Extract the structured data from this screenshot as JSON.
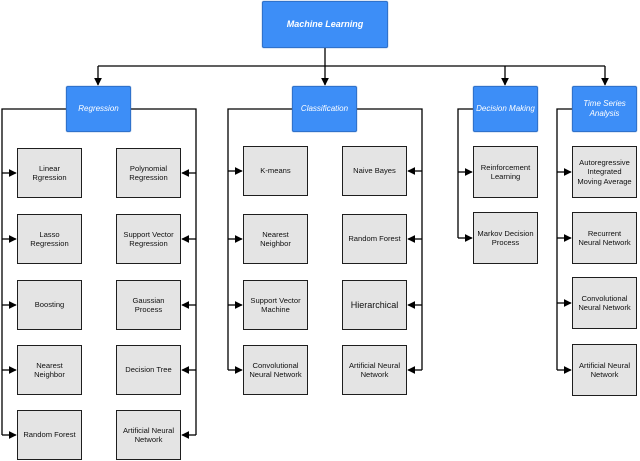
{
  "root": "Machine Learning",
  "categories": [
    {
      "label": "Regression",
      "left": [
        "Linear Rgression",
        "Lasso Regression",
        "Boosting",
        "Nearest Neighbor",
        "Random Forest"
      ],
      "right": [
        "Polynomial Regression",
        "Support Vector Regression",
        "Gaussian Process",
        "Decision Tree",
        "Artificial Neural Network"
      ]
    },
    {
      "label": "Classification",
      "left": [
        "K-means",
        "Nearest Neighbor",
        "Support Vector Machine",
        "Convolutional Neural Network"
      ],
      "right": [
        "Naive Bayes",
        "Random Forest",
        "Hierarchical",
        "Artificial Neural Network"
      ]
    },
    {
      "label": "Decision Making",
      "left": [
        "Reinforcement Learning",
        "Markov Decision Process"
      ],
      "right": []
    },
    {
      "label": "Time Series Analysis",
      "left": [
        "Autoregressive Integrated Moving Average",
        "Recurrent Neural Network",
        "Convolutional Neural Network",
        "Artificial Neural Network"
      ],
      "right": []
    }
  ]
}
